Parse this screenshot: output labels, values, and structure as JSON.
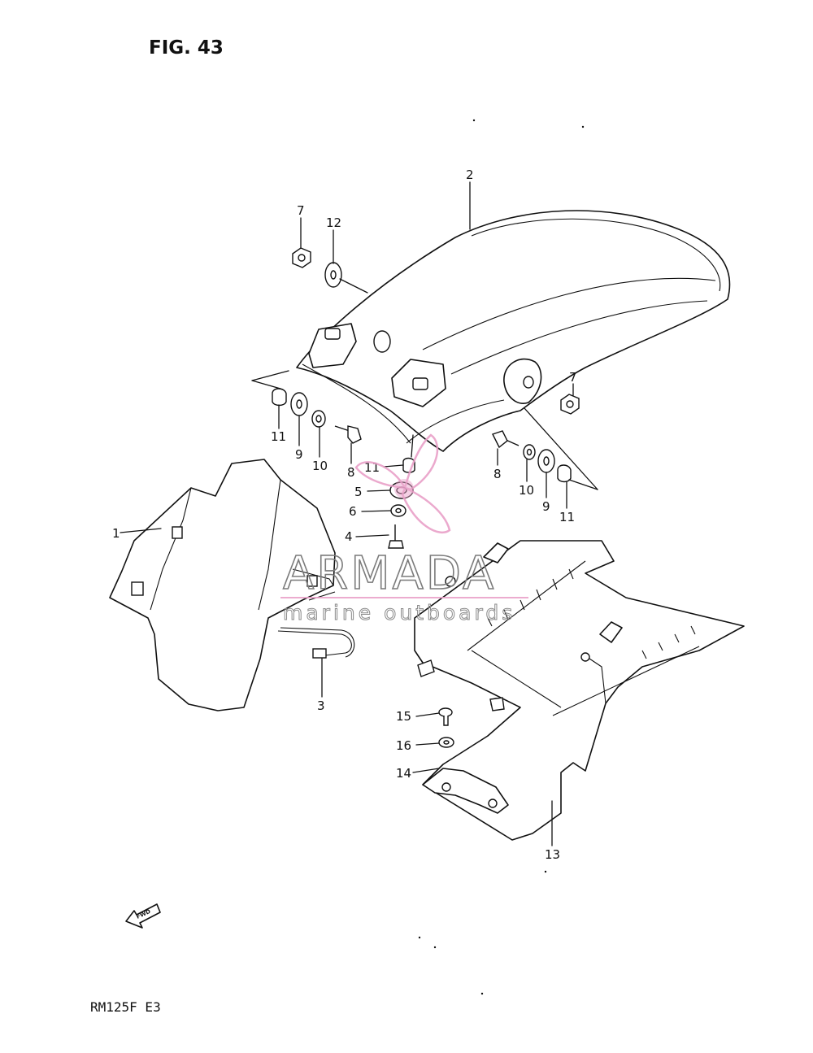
{
  "figure": {
    "title": "FIG. 43",
    "model_code": "RM125F  E3",
    "fwd_label": "FWD"
  },
  "watermark": {
    "brand": "ARMADA",
    "tagline": "marine outboards",
    "accent_color": "#e9a0c8"
  },
  "callouts": [
    "1",
    "2",
    "3",
    "4",
    "5",
    "6",
    "7",
    "7",
    "8",
    "8",
    "9",
    "9",
    "10",
    "10",
    "11",
    "11",
    "11",
    "12",
    "13",
    "14",
    "15",
    "16"
  ]
}
